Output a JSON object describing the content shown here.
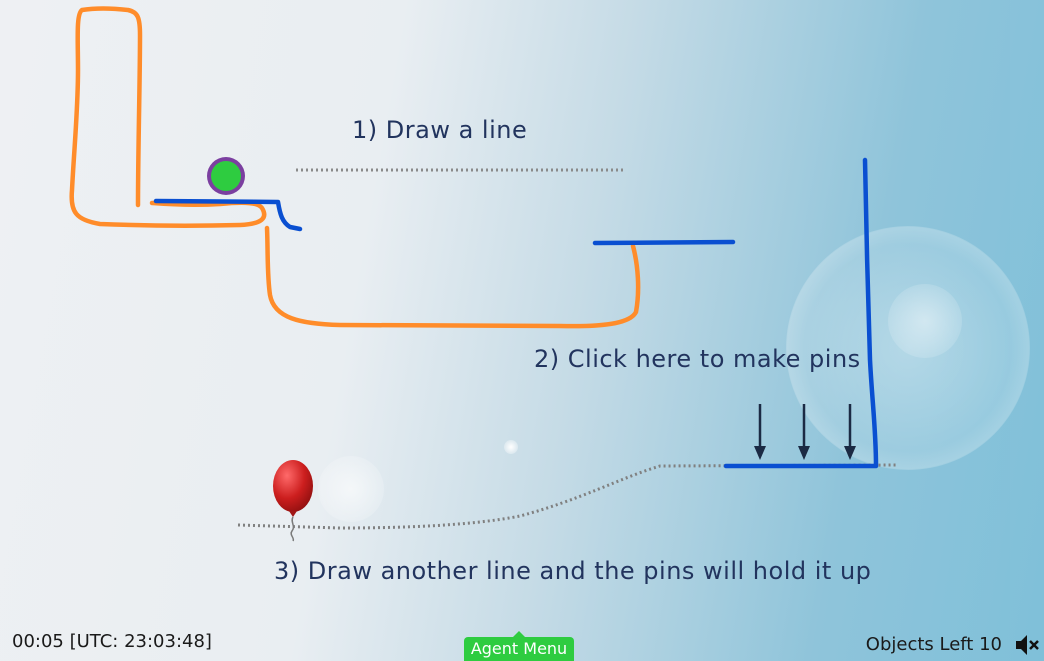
{
  "instructions": {
    "step1": "1) Draw a line",
    "step2": "2) Click here to make pins",
    "step3": "3) Draw another line and the pins will hold it up"
  },
  "hud": {
    "timer": "00:05 [UTC: 23:03:48]",
    "objects_left": "Objects Left 10",
    "agent_menu": "Agent Menu"
  },
  "icons": {
    "mute": "speaker-muted-icon",
    "pin_arrow": "down-arrow-icon",
    "balloon": "balloon-icon"
  },
  "colors": {
    "orange_line": "#ff8c2a",
    "blue_line": "#0a4fd1",
    "ball_fill": "#2ecc40",
    "ball_ring": "#7b3fa0",
    "balloon": "#cc1e1e",
    "text": "#22345e",
    "agent_menu_bg": "#2ecc40"
  }
}
